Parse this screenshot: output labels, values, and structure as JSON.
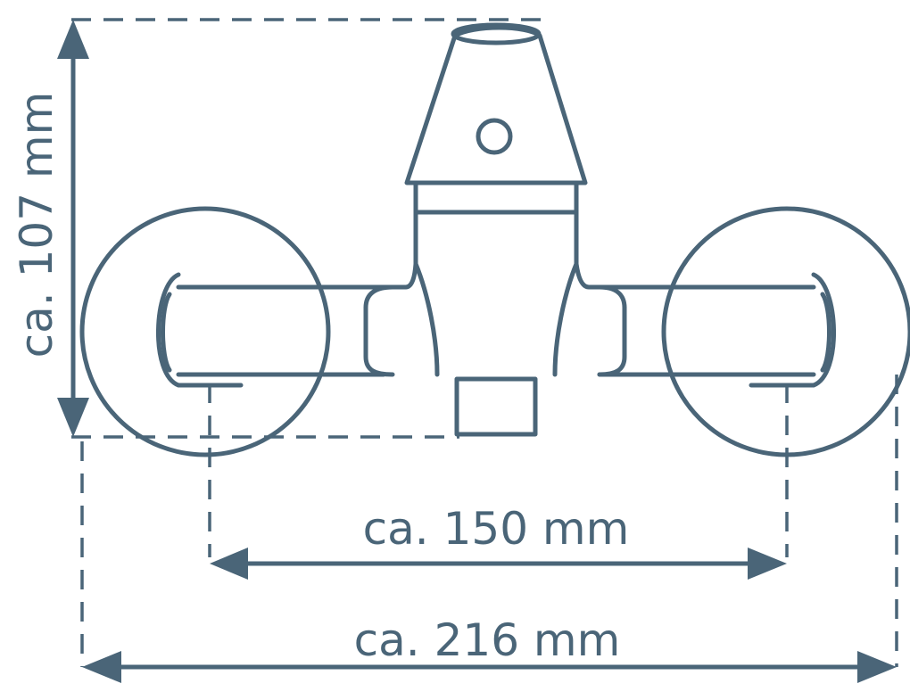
{
  "dimensions": {
    "height_label": "ca. 107 mm",
    "inner_width_label": "ca. 150 mm",
    "outer_width_label": "ca. 216 mm"
  },
  "colors": {
    "stroke": "#4a6578",
    "background": "#ffffff"
  }
}
